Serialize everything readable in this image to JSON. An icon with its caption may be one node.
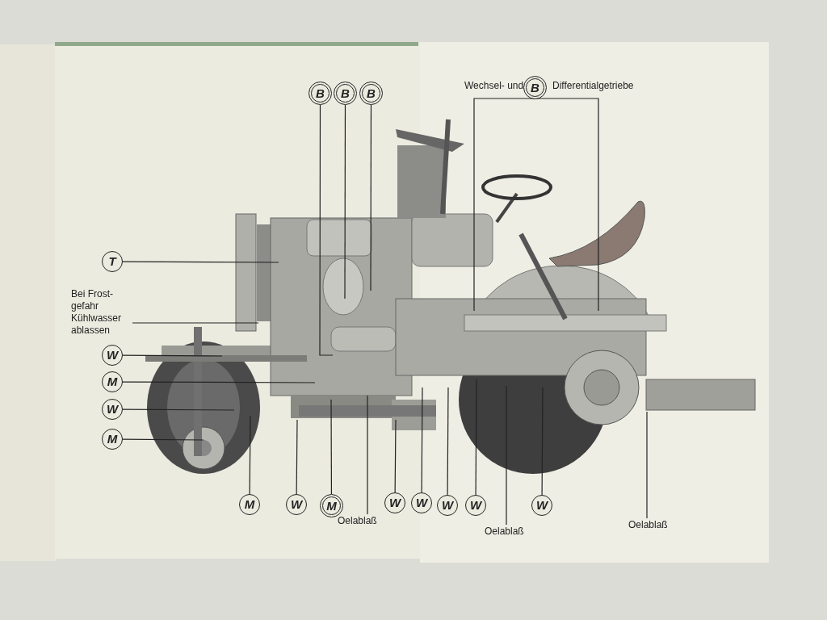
{
  "diagram": {
    "nodes": [
      {
        "text": [
          "B"
        ]
      },
      {
        "text": [
          "B"
        ]
      },
      {
        "text": [
          "B"
        ]
      },
      {
        "text": [
          "Wechsel- und"
        ]
      },
      {
        "text": [
          "B"
        ]
      },
      {
        "text": [
          "Differentialgetriebe"
        ]
      },
      {
        "text": [
          "T"
        ]
      },
      {
        "text": [
          "Bei Frost- gefahr Kühlwasser ablassen"
        ]
      },
      {
        "text": [
          "W"
        ]
      },
      {
        "text": [
          "M"
        ]
      },
      {
        "text": [
          "W"
        ]
      },
      {
        "text": [
          "M"
        ]
      },
      {
        "text": [
          "M"
        ]
      },
      {
        "text": [
          "W"
        ]
      },
      {
        "text": [
          "M"
        ]
      },
      {
        "text": [
          "Oelablaß"
        ]
      },
      {
        "text": [
          "W"
        ]
      },
      {
        "text": [
          "W"
        ]
      },
      {
        "text": [
          "W"
        ]
      },
      {
        "text": [
          "W"
        ]
      },
      {
        "text": [
          "Oelablaß"
        ]
      },
      {
        "text": [
          "W"
        ]
      },
      {
        "text": [
          "Oelablaß"
        ]
      }
    ],
    "edges": [
      {
        "from": 0,
        "to": null,
        "arrow": "none"
      },
      {
        "from": 1,
        "to": null,
        "arrow": "none"
      },
      {
        "from": 2,
        "to": null,
        "arrow": "none"
      },
      {
        "from": 4,
        "to": null,
        "arrow": "none"
      },
      {
        "from": 4,
        "to": null,
        "arrow": "none"
      },
      {
        "from": 6,
        "to": null,
        "arrow": "none"
      },
      {
        "from": 7,
        "to": null,
        "arrow": "none"
      },
      {
        "from": 8,
        "to": null,
        "arrow": "none"
      },
      {
        "from": 9,
        "to": null,
        "arrow": "none"
      },
      {
        "from": 10,
        "to": null,
        "arrow": "none"
      },
      {
        "from": 11,
        "to": null,
        "arrow": "none"
      },
      {
        "from": 12,
        "to": null,
        "arrow": "none"
      },
      {
        "from": 13,
        "to": null,
        "arrow": "none"
      },
      {
        "from": 14,
        "to": null,
        "arrow": "none"
      },
      {
        "from": 15,
        "to": null,
        "arrow": "none"
      },
      {
        "from": 16,
        "to": null,
        "arrow": "none"
      },
      {
        "from": 17,
        "to": null,
        "arrow": "none"
      },
      {
        "from": 18,
        "to": null,
        "arrow": "none"
      },
      {
        "from": 19,
        "to": null,
        "arrow": "none"
      },
      {
        "from": 20,
        "to": null,
        "arrow": "none"
      },
      {
        "from": 21,
        "to": null,
        "arrow": "none"
      },
      {
        "from": 22,
        "to": null,
        "arrow": "none"
      }
    ]
  }
}
